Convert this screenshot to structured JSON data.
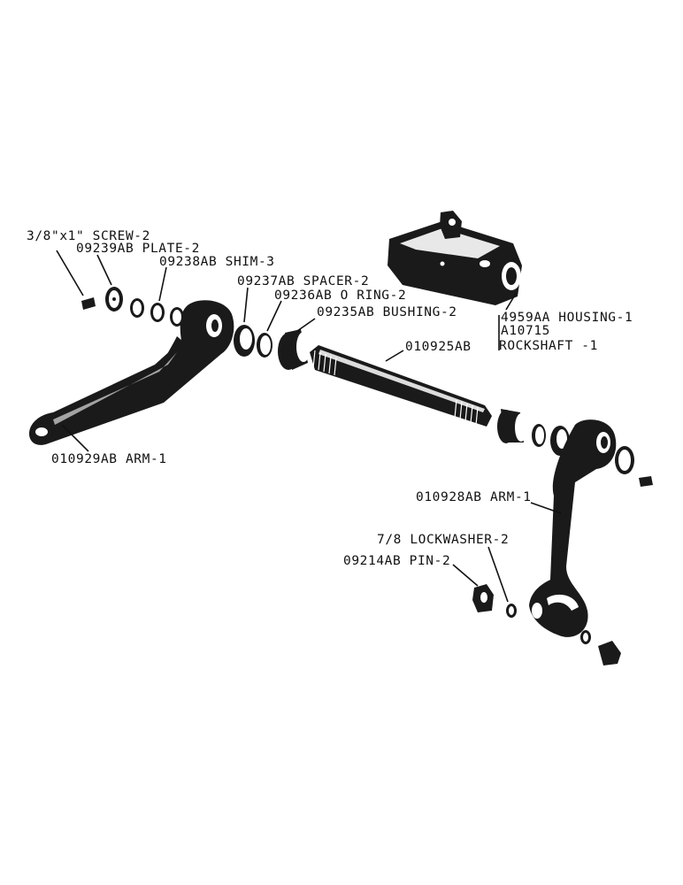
{
  "labels": {
    "screw": "3/8\"x1\" SCREW-2",
    "plate": "09239AB PLATE-2",
    "shim": "09238AB SHIM-3",
    "spacer": "09237AB SPACER-2",
    "oring": "09236AB O RING-2",
    "bushing": "09235AB BUSHING-2",
    "shaft": "010925AB",
    "housing_line1": "4959AA HOUSING-1",
    "housing_line2": "A10715",
    "housing_line3": "ROCKSHAFT -1",
    "arm_left": "010929AB ARM-1",
    "arm_right": "010928AB ARM-1",
    "lockwasher": "7/8 LOCKWASHER-2",
    "pin": "09214AB PIN-2"
  },
  "colors": {
    "ink": "#1a1a1a",
    "paper": "#ffffff"
  }
}
